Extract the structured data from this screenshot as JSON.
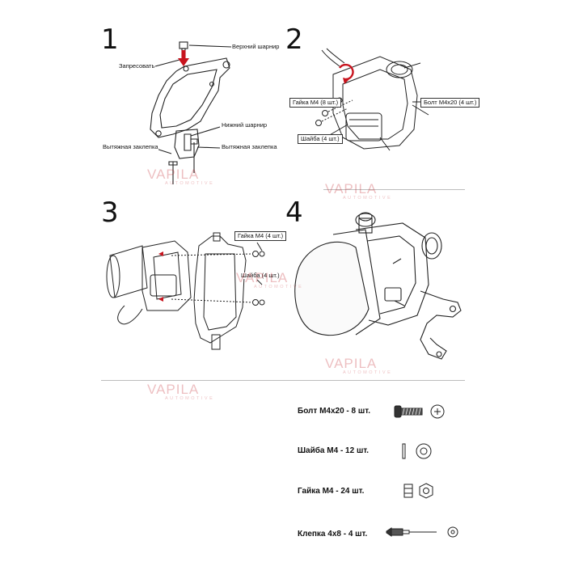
{
  "steps": [
    {
      "number": "1",
      "labels": {
        "upper_hinge": "Верхний шарнир",
        "press_in": "Запресовать",
        "lower_hinge": "Нижний шарнир",
        "pull_rivet_left": "Вытяжная заклепка",
        "pull_rivet_right": "Вытяжная заклепка"
      }
    },
    {
      "number": "2",
      "labels": {
        "nut_m4": "Гайка М4 (8 шт.)",
        "bolt_m4x20": "Болт М4х20 (4 шт.)",
        "washer": "Шайба (4 шт.)"
      }
    },
    {
      "number": "3",
      "labels": {
        "nut_m4": "Гайка М4 (4 шт.)",
        "washer": "Шайба (4 шт.)"
      }
    },
    {
      "number": "4"
    }
  ],
  "watermark": {
    "brand": "VAPILA",
    "sub": "AUTOMOTIVE"
  },
  "parts": [
    {
      "label": "Болт М4х20 - 8 шт.",
      "icon": "bolt-icon"
    },
    {
      "label": "Шайба М4 - 12 шт.",
      "icon": "washer-icon"
    },
    {
      "label": "Гайка М4 - 24 шт.",
      "icon": "nut-icon"
    },
    {
      "label": "Клепка 4х8 - 4 шт.",
      "icon": "rivet-icon"
    }
  ],
  "colors": {
    "accent": "#c8141e",
    "line": "#222222",
    "watermark": "#c01c24"
  }
}
